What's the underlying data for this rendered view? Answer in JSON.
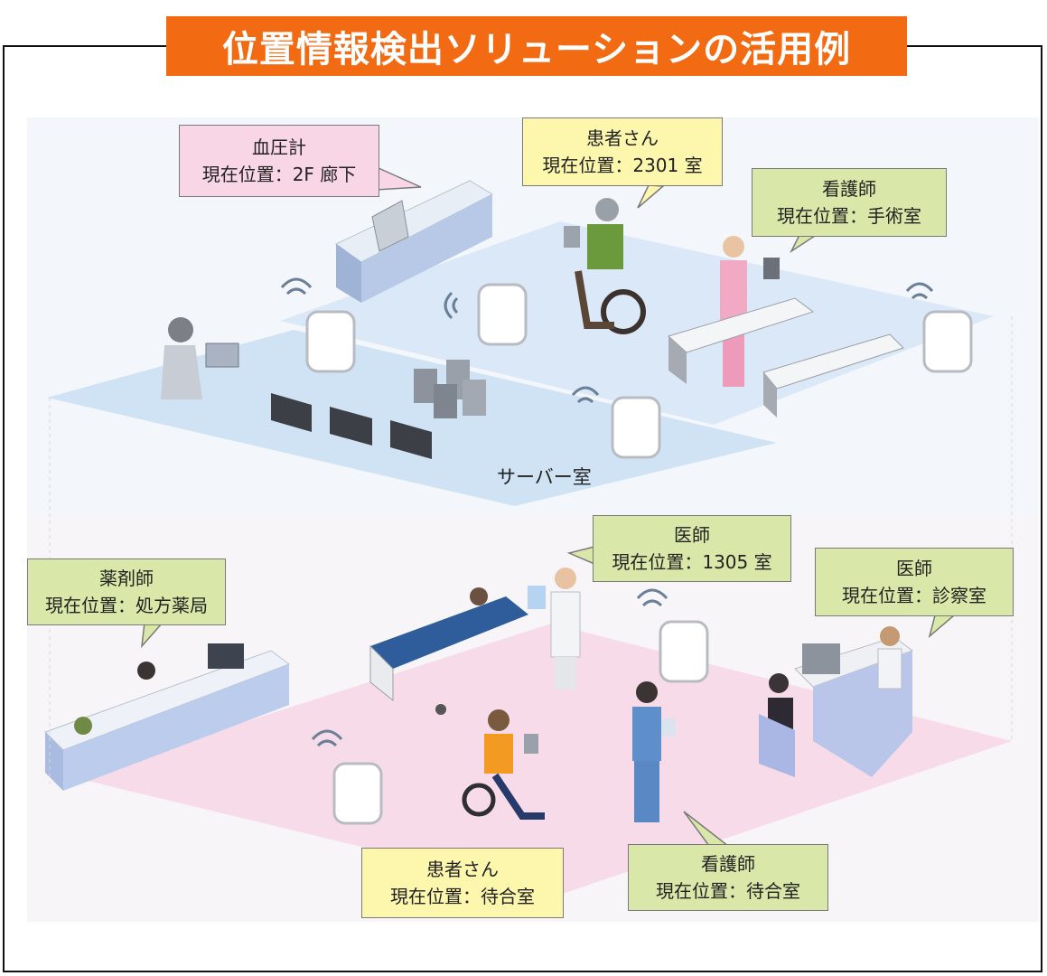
{
  "title": "位置情報検出ソリューションの活用例",
  "callouts": {
    "bp_monitor": {
      "name": "血圧計",
      "location": "現在位置：2F 廊下",
      "color": "#f9d6e6"
    },
    "patient_top": {
      "name": "患者さん",
      "location": "現在位置：2301 室",
      "color": "#fdf6ad"
    },
    "nurse_top": {
      "name": "看護師",
      "location": "現在位置：手術室",
      "color": "#d9e8a8"
    },
    "doctor_ward": {
      "name": "医師",
      "location": "現在位置：1305 室",
      "color": "#d9e8a8"
    },
    "doctor_exam": {
      "name": "医師",
      "location": "現在位置：診察室",
      "color": "#d9e8a8"
    },
    "pharmacist": {
      "name": "薬剤師",
      "location": "現在位置：処方薬局",
      "color": "#d9e8a8"
    },
    "patient_bottom": {
      "name": "患者さん",
      "location": "現在位置：待合室",
      "color": "#fdf6ad"
    },
    "nurse_bottom": {
      "name": "看護師",
      "location": "現在位置：待合室",
      "color": "#d9e8a8"
    }
  },
  "room_labels": {
    "server_room": "サーバー室"
  },
  "colors": {
    "title_bg": "#f26a11",
    "floor_blue": "#cfe3f5",
    "floor_pink": "#f8dbe8"
  }
}
